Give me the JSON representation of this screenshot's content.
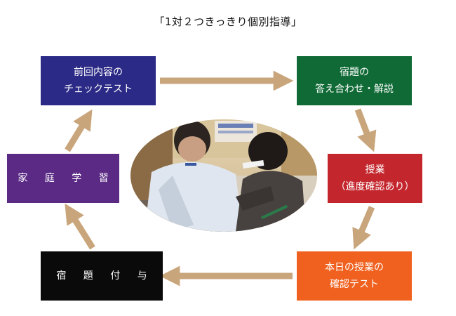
{
  "title": "「1対２つきっきり個別指導」",
  "steps": [
    {
      "id": "check",
      "lines": [
        "前回内容の",
        "チェックテスト"
      ],
      "color": "#2b2a86"
    },
    {
      "id": "review",
      "lines": [
        "宿題の",
        "答え合わせ・解説"
      ],
      "color": "#0f6a35"
    },
    {
      "id": "lesson",
      "lines": [
        "授業",
        "（進度確認あり）"
      ],
      "color": "#c4262d"
    },
    {
      "id": "today",
      "lines": [
        "本日の授業の",
        "確認テスト"
      ],
      "color": "#f0611f"
    },
    {
      "id": "homework",
      "lines": [
        "宿 題 付 与"
      ],
      "color": "#0a0a0a"
    },
    {
      "id": "study",
      "lines": [
        "家 庭 学 習"
      ],
      "color": "#5b2a85"
    }
  ],
  "arrow_color": "#c9a57c",
  "photo": {
    "subject": "tutor-and-student-photo"
  }
}
